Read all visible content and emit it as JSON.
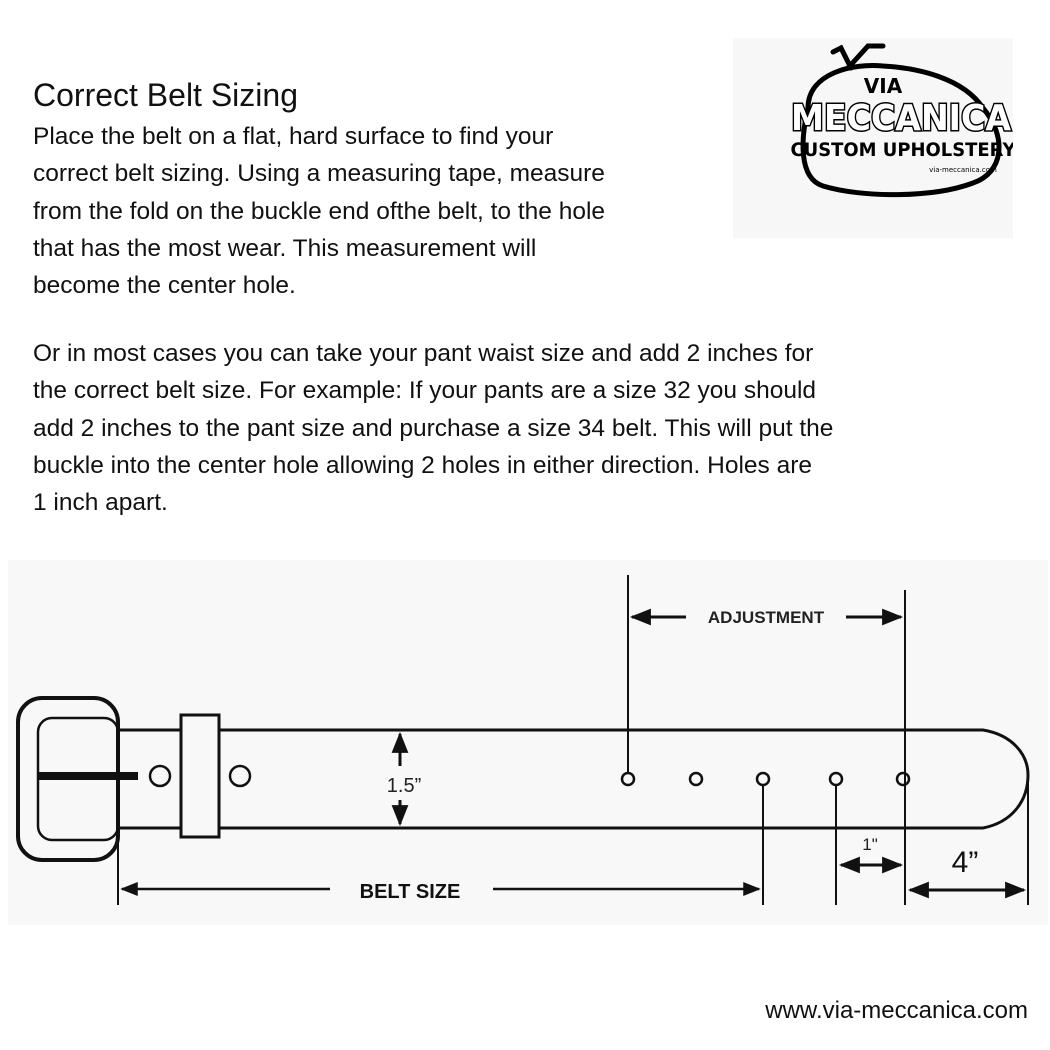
{
  "article": {
    "title": "Correct Belt Sizing",
    "para1_lines": [
      "Place the belt on a flat, hard surface to find your",
      "correct belt sizing. Using a measuring tape, measure",
      "from the fold on the buckle end ofthe belt, to the hole",
      "that has the most wear. This measurement will",
      "become the center hole."
    ],
    "para2_lines": [
      "Or in most cases you can take your pant waist size and add 2 inches for",
      "the correct belt size. For example: If your pants are a size 32 you should",
      "add 2 inches to the pant size and purchase a size 34 belt. This will put the",
      "buckle into the center hole allowing 2 holes in either direction. Holes are",
      "1 inch apart."
    ]
  },
  "logo": {
    "line1": "VIA",
    "line2": "MECCANICA",
    "line3": "CUSTOM UPHOLSTERY",
    "small": "via-meccanica.com"
  },
  "diagram": {
    "labels": {
      "adjustment": "ADJUSTMENT",
      "width": "1.5”",
      "hole_spacing": "1\"",
      "tip": "4”",
      "belt_size": "BELT SIZE"
    }
  },
  "footer": {
    "url": "www.via-meccanica.com"
  }
}
